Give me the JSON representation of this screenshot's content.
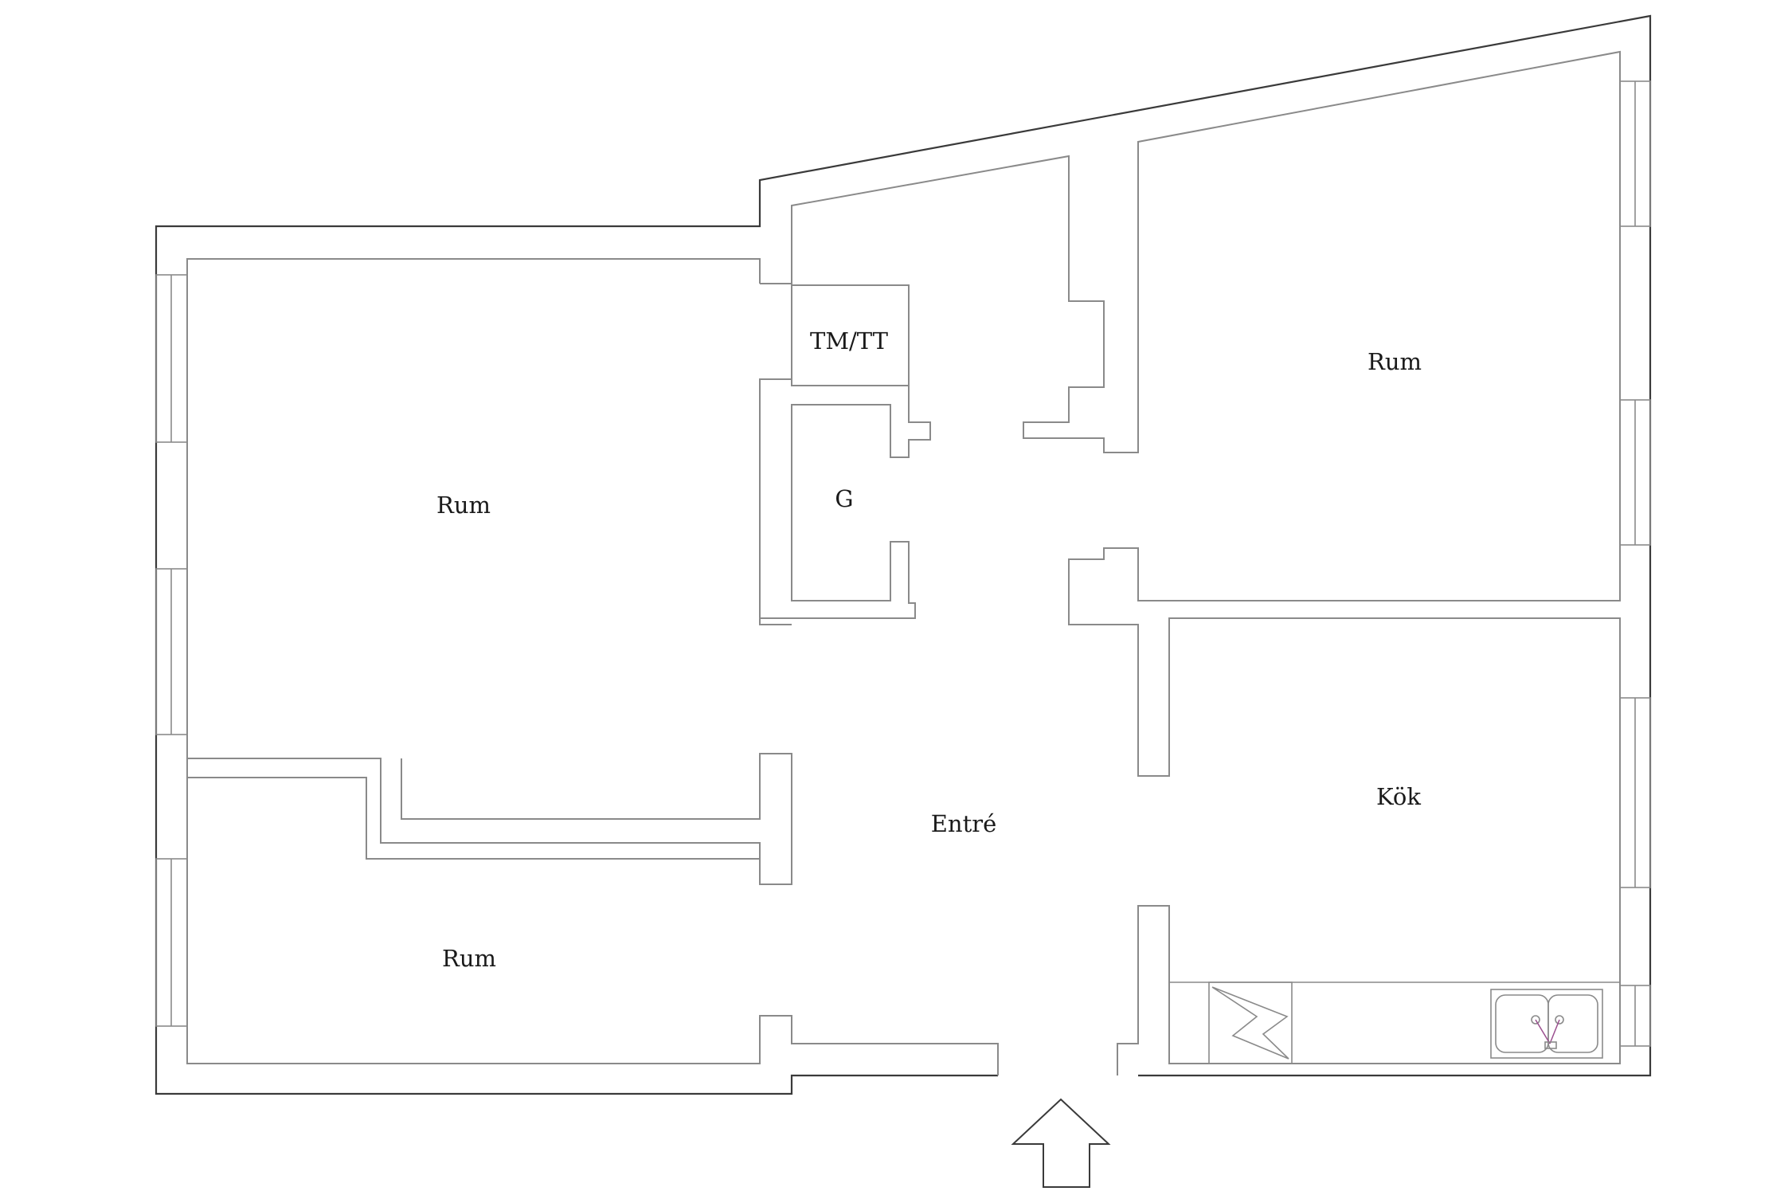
{
  "rooms": {
    "rum_left_top": "Rum",
    "rum_left_bottom": "Rum",
    "rum_right_top": "Rum",
    "kok": "Kök",
    "entre": "Entré",
    "tmtt": "TM/TT",
    "g": "G"
  },
  "icons": {
    "entrance": "entrance-arrow-icon",
    "stove": "stove-icon",
    "sink": "double-sink-icon"
  },
  "colors": {
    "outer_wall": "#3a3a3a",
    "inner_wall": "#8a8a8a",
    "label": "#1a1a1a",
    "faucet": "#9b4f8f"
  }
}
